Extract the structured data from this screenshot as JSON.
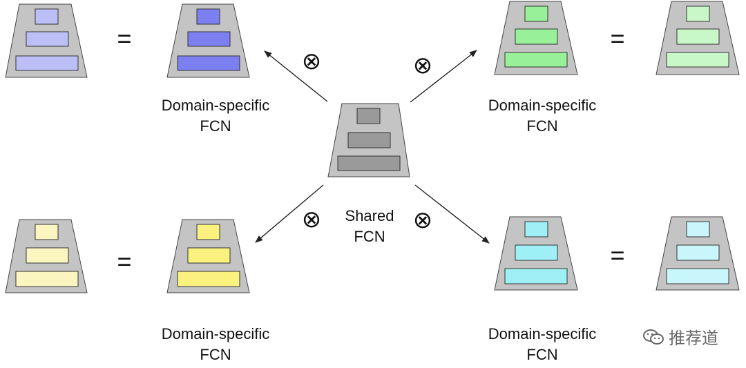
{
  "shared": {
    "line1": "Shared",
    "line2": "FCN"
  },
  "domain_label": {
    "line1": "Domain-specific",
    "line2": "FCN"
  },
  "operator_symbol": "⊗",
  "equals_symbol": "=",
  "watermark": {
    "text": "推荐道",
    "icon": "wechat-icon"
  },
  "colors": {
    "shared_fill": "#9a9a9a",
    "trapezoid_fill": "#c4c4c4",
    "blue": [
      "#bcbff6",
      "#7b7ff0"
    ],
    "green": [
      "#98f098",
      "#c8f7c8"
    ],
    "yellow": [
      "#fbf6bf",
      "#faf17e"
    ],
    "cyan": [
      "#9ff0f6",
      "#c9f6fb"
    ]
  }
}
